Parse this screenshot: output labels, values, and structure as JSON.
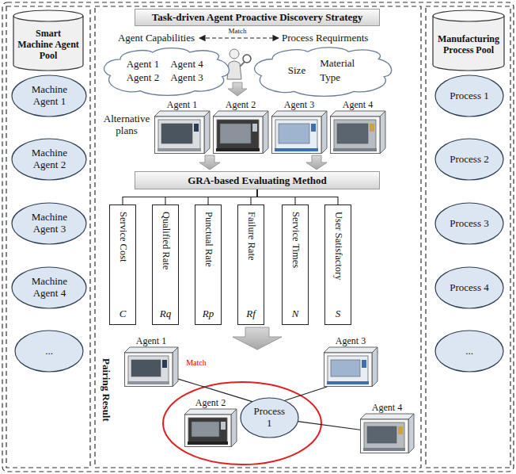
{
  "diagram": {
    "nodes": [
      {
        "text": [
          "Smart Machine Agent Pool"
        ]
      },
      {
        "text": [
          "Machine Agent 1"
        ]
      },
      {
        "text": [
          "Machine Agent 2"
        ]
      },
      {
        "text": [
          "Machine Agent 3"
        ]
      },
      {
        "text": [
          "Machine Agent 4"
        ]
      },
      {
        "text": [
          "..."
        ]
      },
      {
        "text": [
          "Task-driven Agent Proactive Discovery Strategy"
        ]
      },
      {
        "text": [
          "Agent 1",
          "Agent 4",
          "Agent 2",
          "Agent 3"
        ]
      },
      {
        "text": [
          "Size",
          "Material",
          "Type"
        ]
      },
      {
        "text": [
          "Agent 1"
        ]
      },
      {
        "text": [
          "Agent 2"
        ]
      },
      {
        "text": [
          "Agent 3"
        ]
      },
      {
        "text": [
          "Agent 4"
        ]
      },
      {
        "text": [
          "GRA-based Evaluating Method"
        ]
      },
      {
        "text": [
          "Service Cost",
          "C"
        ]
      },
      {
        "text": [
          "Qualified Rate",
          "Rq"
        ]
      },
      {
        "text": [
          "Punctual Rate",
          "Rp"
        ]
      },
      {
        "text": [
          "Failure Rate",
          "Rf"
        ]
      },
      {
        "text": [
          "Service Times",
          "N"
        ]
      },
      {
        "text": [
          "User Satisfactory",
          "S"
        ]
      },
      {
        "text": [
          "Agent 1"
        ]
      },
      {
        "text": [
          "Agent 2"
        ]
      },
      {
        "text": [
          "Agent 3"
        ]
      },
      {
        "text": [
          "Agent 4"
        ]
      },
      {
        "text": [
          "Process 1"
        ]
      },
      {
        "text": [
          "Manufacturing Process Pool"
        ]
      },
      {
        "text": [
          "Process 1"
        ]
      },
      {
        "text": [
          "Process 2"
        ]
      },
      {
        "text": [
          "Process 3"
        ]
      },
      {
        "text": [
          "Process 4"
        ]
      },
      {
        "text": [
          "..."
        ]
      }
    ],
    "edges": [
      {
        "from": 13,
        "to": 14,
        "arrow": "none"
      },
      {
        "from": 13,
        "to": 15,
        "arrow": "none"
      },
      {
        "from": 13,
        "to": 16,
        "arrow": "none"
      },
      {
        "from": 13,
        "to": 17,
        "arrow": "none"
      },
      {
        "from": 13,
        "to": 18,
        "arrow": "none"
      },
      {
        "from": 13,
        "to": 19,
        "arrow": "none"
      },
      {
        "from": 24,
        "to": 20,
        "arrow": "none"
      },
      {
        "from": 24,
        "to": 22,
        "arrow": "none"
      },
      {
        "from": 24,
        "to": 23,
        "arrow": "none"
      }
    ],
    "labels": [
      "Agent Capabilities",
      "Match",
      "Process Requirments",
      "Alternative plans",
      "Pairing Result",
      "Match"
    ]
  }
}
